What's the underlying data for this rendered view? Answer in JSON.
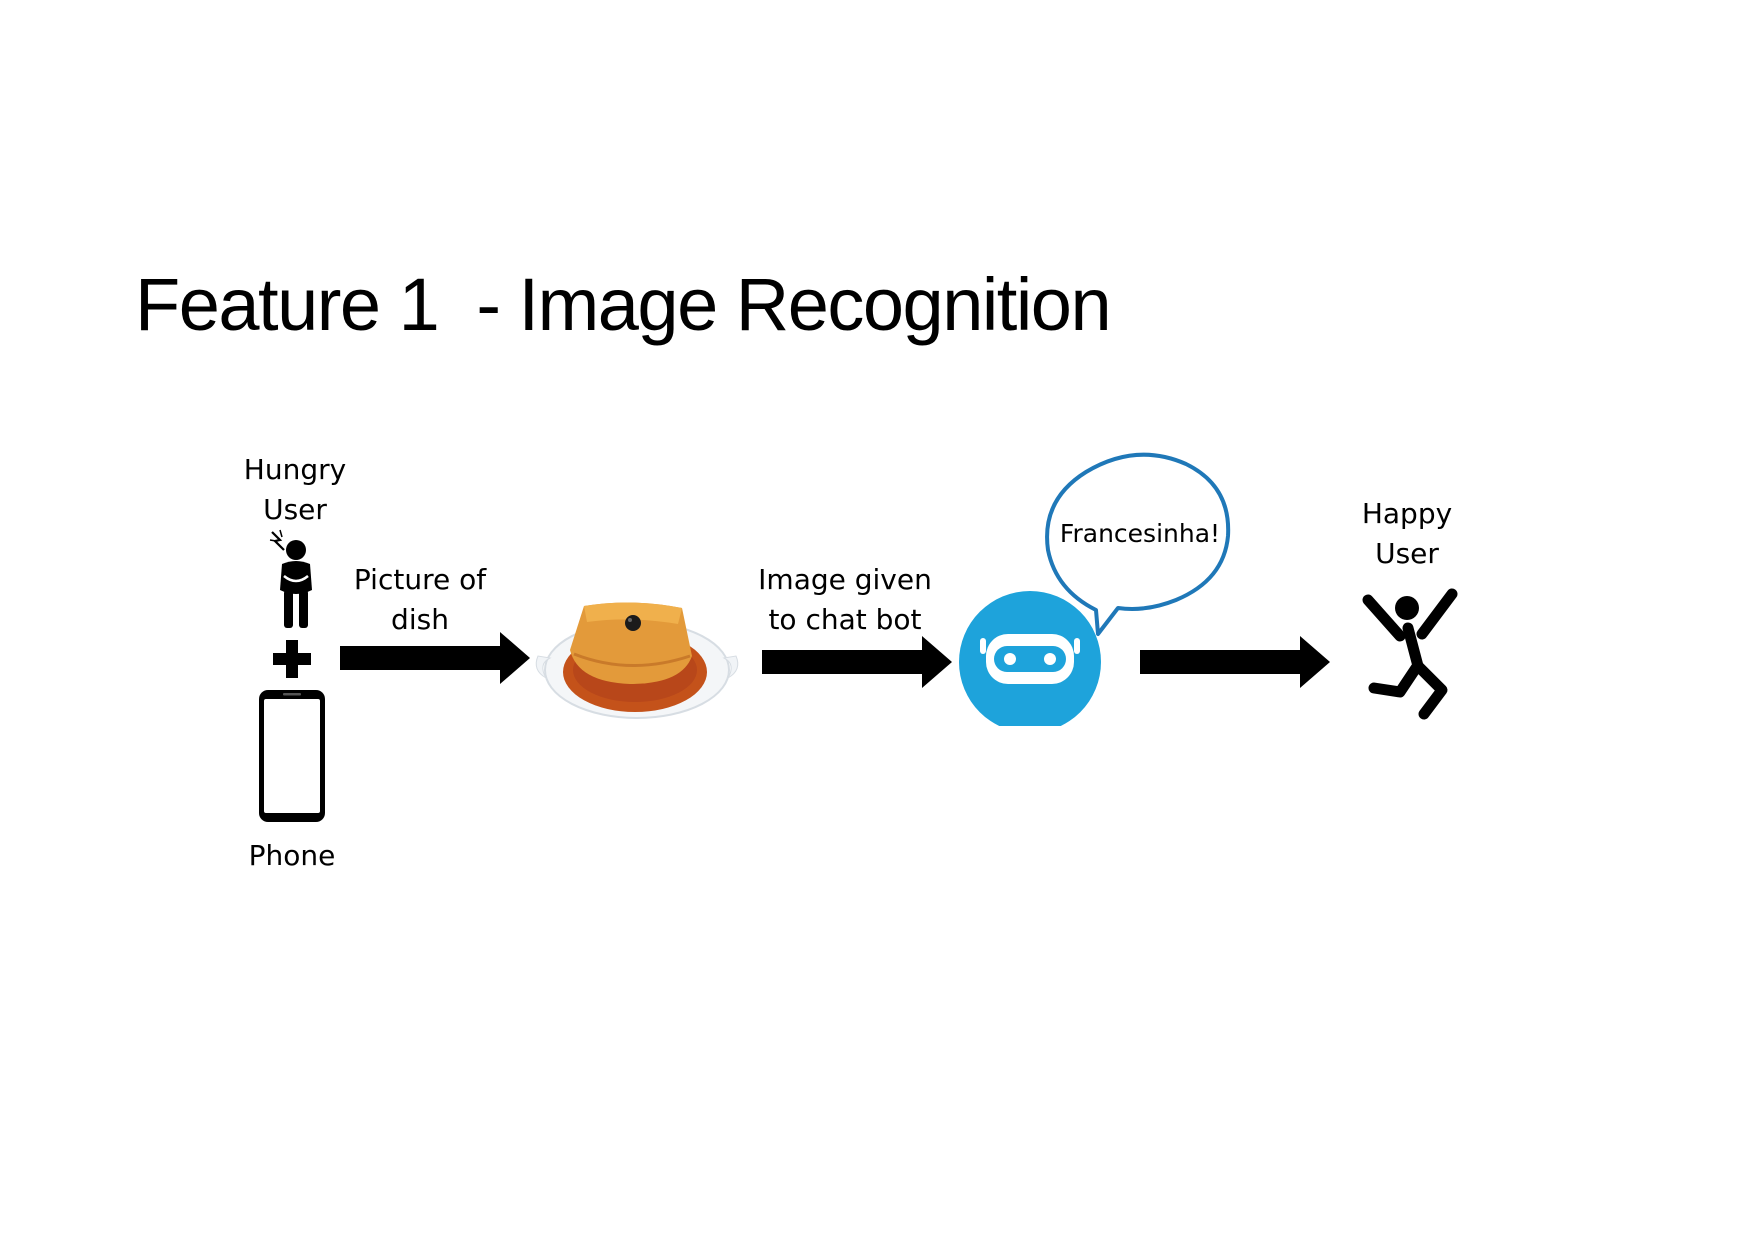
{
  "title": "Feature 1  - Image Recognition",
  "nodes": {
    "hungry_user": {
      "line1": "Hungry",
      "line2": "User"
    },
    "phone": {
      "label": "Phone"
    },
    "happy_user": {
      "line1": "Happy",
      "line2": "User"
    }
  },
  "edges": {
    "picture_of_dish": {
      "line1": "Picture of",
      "line2": "dish"
    },
    "image_given": {
      "line1": "Image given",
      "line2": "to chat bot"
    }
  },
  "speech_bubble": {
    "text": "Francesinha!"
  },
  "colors": {
    "bot_blue": "#1ea3db",
    "bubble_stroke": "#1f78b8",
    "sauce": "#c4521a",
    "bread": "#e39a3a"
  },
  "icons": [
    "hungry-person-icon",
    "plus-icon",
    "phone-icon",
    "dish-image",
    "arrow-icon",
    "chat-bot-icon",
    "speech-bubble",
    "happy-person-icon"
  ]
}
